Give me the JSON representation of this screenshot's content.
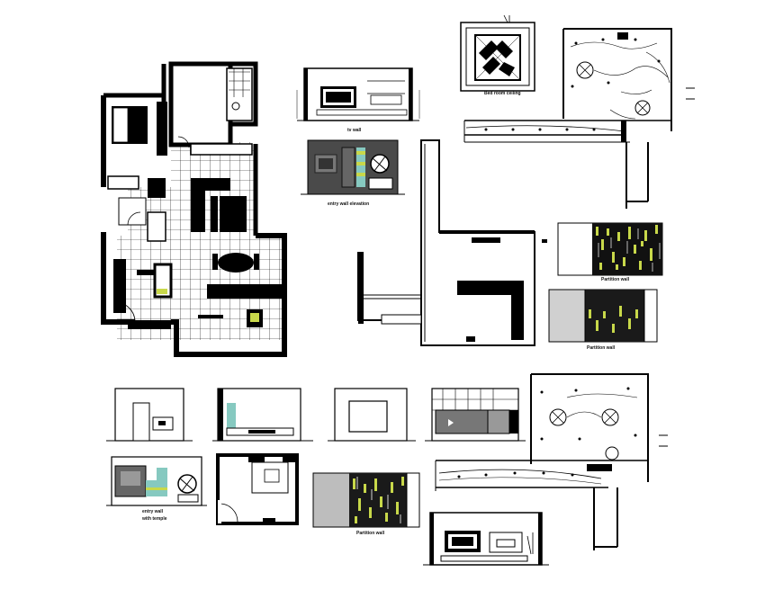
{
  "sheet": {
    "background": "#ffffff",
    "line_color": "#000000",
    "accent_green": "#c8d84a",
    "accent_teal": "#86c9c0"
  },
  "captions": {
    "tv_wall": "tv wall",
    "entry_wall_elevation": "entry wall elevation",
    "bed_room_ceiling": "Bed room ceiling",
    "partition_wall_1": "Partition wall",
    "partition_wall_2": "Partition wall",
    "entry_wall_1": "entry wall",
    "entry_wall_2": "with temple",
    "partition_wall_3": "Partition wall"
  }
}
